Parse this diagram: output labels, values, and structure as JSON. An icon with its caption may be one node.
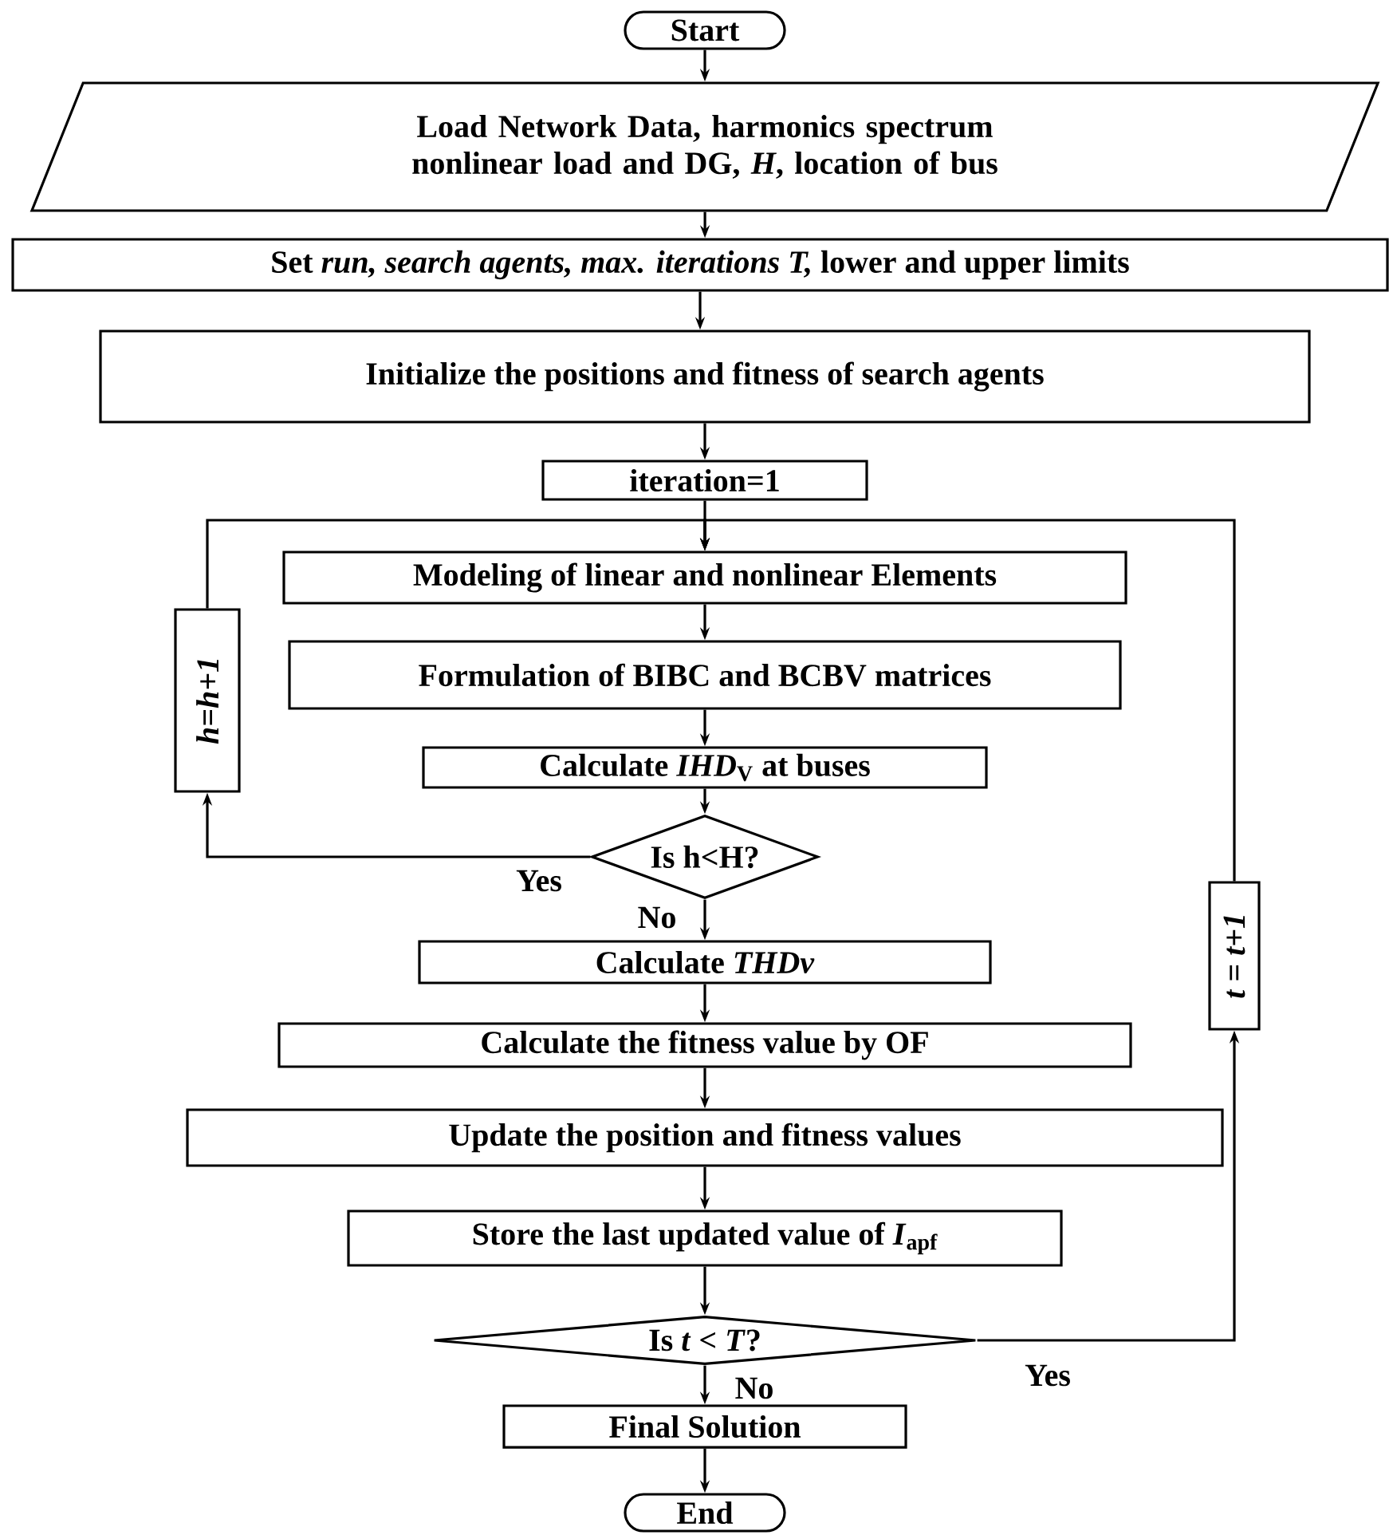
{
  "diagram": {
    "nodes": [
      {
        "text": [
          "Start"
        ]
      },
      {
        "text": [
          "Load Network Data, harmonics spectrum nonlinear load and DG, *H*, location of bus"
        ]
      },
      {
        "text": [
          "Set *run, search agents, max. iterations T,* lower and upper limits"
        ]
      },
      {
        "text": [
          "Initialize the positions and fitness of search agents"
        ]
      },
      {
        "text": [
          "iteration=1"
        ]
      },
      {
        "text": [
          "Modeling of linear and nonlinear Elements"
        ]
      },
      {
        "text": [
          "Formulation of BIBC and BCBV matrices"
        ]
      },
      {
        "text": [
          "Calculate *IHD*$_{V}$ at buses"
        ]
      },
      {
        "text": [
          "Is h<H?"
        ]
      },
      {
        "text": [
          "h=h+1"
        ]
      },
      {
        "text": [
          "Calculate *THDv*"
        ]
      },
      {
        "text": [
          "Calculate the fitness value by OF"
        ]
      },
      {
        "text": [
          "Update the position and fitness values"
        ]
      },
      {
        "text": [
          "Store the last updated value of *I*$_{apf}$"
        ]
      },
      {
        "text": [
          "Is *t* < *T*?"
        ]
      },
      {
        "text": [
          "Final Solution"
        ]
      },
      {
        "text": [
          "End"
        ]
      },
      {
        "text": [
          "t = t+1"
        ]
      }
    ],
    "edges": [
      {
        "from": 0,
        "to": 1,
        "arrow": "to"
      },
      {
        "from": 1,
        "to": 2,
        "arrow": "to"
      },
      {
        "from": 2,
        "to": 3,
        "arrow": "to"
      },
      {
        "from": 3,
        "to": 4,
        "arrow": "to"
      },
      {
        "from": 4,
        "to": 5,
        "arrow": "to"
      },
      {
        "from": 5,
        "to": 6,
        "arrow": "to"
      },
      {
        "from": 6,
        "to": 7,
        "arrow": "to"
      },
      {
        "from": 7,
        "to": 8,
        "arrow": "to"
      },
      {
        "from": 8,
        "to": 9,
        "arrow": "to",
        "label": "Yes"
      },
      {
        "from": 9,
        "to": 5,
        "arrow": "to"
      },
      {
        "from": 8,
        "to": 10,
        "arrow": "to",
        "label": "No"
      },
      {
        "from": 10,
        "to": 11,
        "arrow": "to"
      },
      {
        "from": 11,
        "to": 12,
        "arrow": "to"
      },
      {
        "from": 12,
        "to": 13,
        "arrow": "to"
      },
      {
        "from": 13,
        "to": 14,
        "arrow": "to"
      },
      {
        "from": 14,
        "to": 15,
        "arrow": "to",
        "label": "No"
      },
      {
        "from": 14,
        "to": 17,
        "arrow": "to",
        "label": "Yes"
      },
      {
        "from": 17,
        "to": 5,
        "arrow": "to"
      },
      {
        "from": 15,
        "to": 16,
        "arrow": "to"
      }
    ]
  }
}
